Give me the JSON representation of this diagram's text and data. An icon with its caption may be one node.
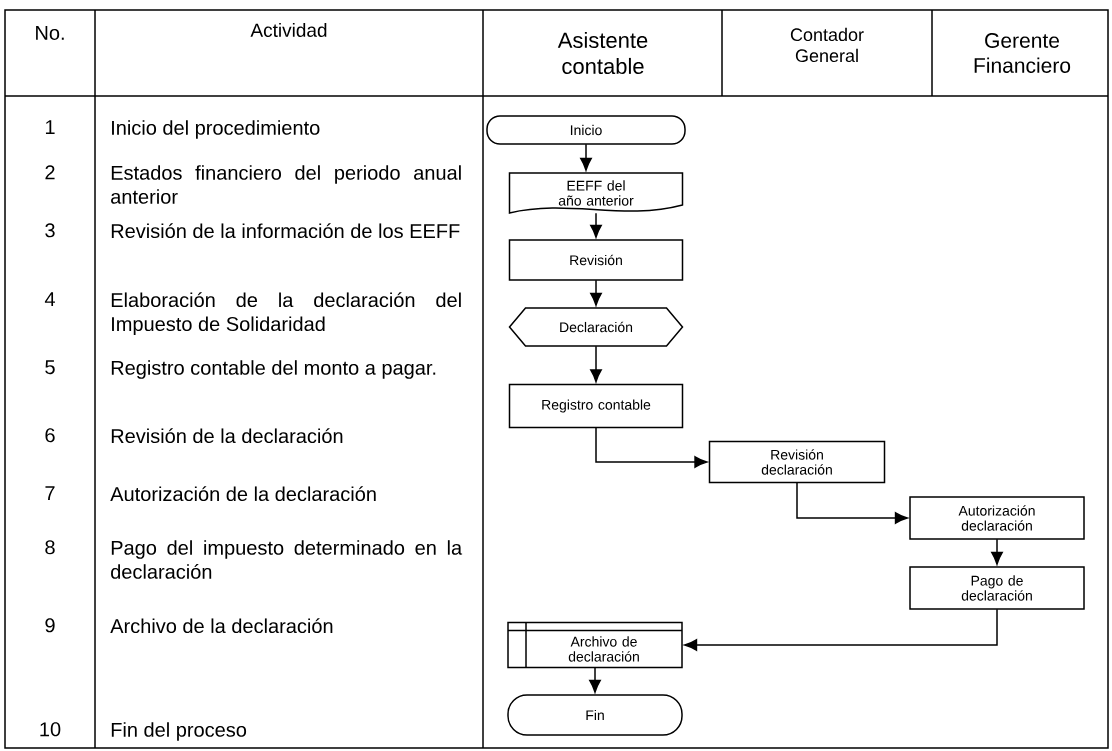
{
  "diagram": {
    "nodes": [
      {
        "text": [
          "Inicio"
        ]
      },
      {
        "text": [
          "EEFF del año anterior"
        ]
      },
      {
        "text": [
          "Revisión"
        ]
      },
      {
        "text": [
          "Declaración"
        ]
      },
      {
        "text": [
          "Registro contable"
        ]
      },
      {
        "text": [
          "Revisión declaración"
        ]
      },
      {
        "text": [
          "Autorización declaración"
        ]
      },
      {
        "text": [
          "Pago de declaración"
        ]
      },
      {
        "text": [
          "Archivo de declaración"
        ]
      },
      {
        "text": [
          "Fin"
        ]
      }
    ],
    "edges": [
      {
        "from": 0,
        "to": 1,
        "arrow": "to"
      },
      {
        "from": 1,
        "to": 2,
        "arrow": "to"
      },
      {
        "from": 2,
        "to": 3,
        "arrow": "to"
      },
      {
        "from": 3,
        "to": 4,
        "arrow": "to"
      },
      {
        "from": 4,
        "to": 5,
        "arrow": "to"
      },
      {
        "from": 5,
        "to": 6,
        "arrow": "to"
      },
      {
        "from": 6,
        "to": 7,
        "arrow": "to"
      },
      {
        "from": 7,
        "to": 8,
        "arrow": "to"
      },
      {
        "from": 8,
        "to": 9,
        "arrow": "to"
      }
    ],
    "labels": [
      "No.",
      "Actividad",
      "Asistente contable",
      "Contador General",
      "Gerente Financiero",
      "1",
      "Inicio del procedimiento",
      "2",
      "Estados financiero del periodo anual anterior",
      "3",
      "Revisión de la información de los EEFF",
      "4",
      "Elaboración de la declaración del Impuesto de Solidaridad",
      "5",
      "Registro contable del monto a pagar.",
      "6",
      "Revisión de la declaración",
      "7",
      "Autorización de la declaración",
      "8",
      "Pago del impuesto determinado en la declaración",
      "9",
      "Archivo de la declaración",
      "10",
      "Fin del proceso"
    ]
  }
}
